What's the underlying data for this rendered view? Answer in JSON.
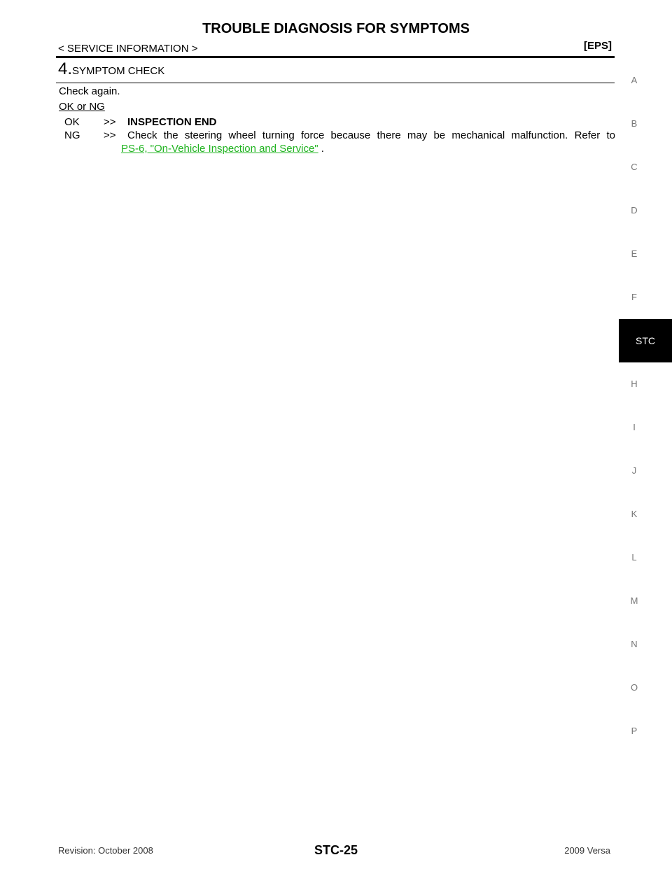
{
  "header": {
    "title": "TROUBLE DIAGNOSIS FOR SYMPTOMS",
    "subtitle": "< SERVICE INFORMATION >",
    "section_tag": "[EPS]"
  },
  "step": {
    "number": "4.",
    "title": "SYMPTOM CHECK",
    "body": "Check again.",
    "prompt": "OK or NG",
    "results": [
      {
        "code": "OK",
        "arrow": ">>",
        "text": "INSPECTION END"
      },
      {
        "code": "NG",
        "arrow": ">>",
        "text": "Check the steering wheel turning force because there may be mechanical malfunction. Refer to"
      }
    ],
    "link": "PS-6, \"On-Vehicle Inspection and Service\"",
    "link_suffix": " ."
  },
  "side_tabs": {
    "items": [
      "A",
      "B",
      "C",
      "D",
      "E",
      "F",
      "STC",
      "H",
      "I",
      "J",
      "K",
      "L",
      "M",
      "N",
      "O",
      "P"
    ],
    "active": "STC"
  },
  "footer": {
    "revision": "Revision: October 2008",
    "page": "STC-25",
    "model": "2009 Versa"
  }
}
